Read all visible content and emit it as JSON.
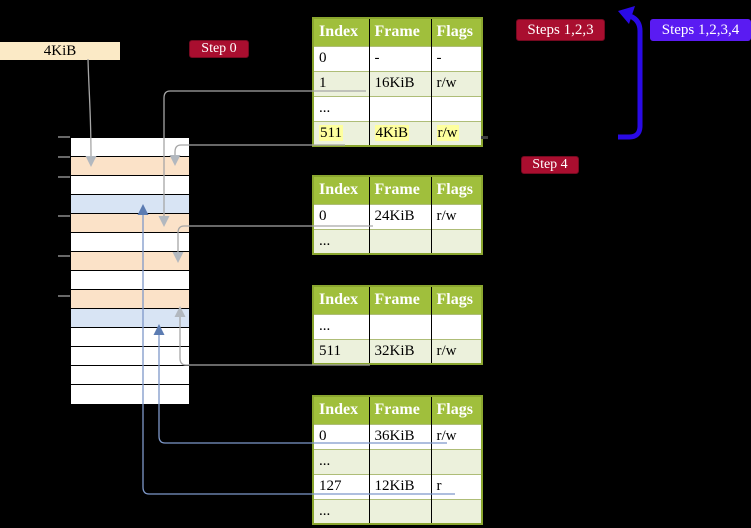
{
  "colors": {
    "background": "#000000",
    "label_beige": "#fbeac6",
    "crimson": "#a90e2f",
    "crimson_border": "#750920",
    "blue_badge": "#5a1bf2",
    "thick_arrow": "#2a0ae6",
    "table_header_bg": "#a0bf3c",
    "table_outer": "#8aa62e",
    "row_shade": "#ecf1dc",
    "row_divider": "#aebd77",
    "highlight": "#feff9e",
    "mem_peach": "#fbe2c8",
    "mem_blue": "#d8e4f4",
    "gray_line": "#a6a6a6",
    "gray_head": "#b2b8bf",
    "blue_line": "#7e98c9",
    "blue_head": "#5c7cb2",
    "tick": "#8b8b8b"
  },
  "page_size_label": "4KiB",
  "badges": {
    "step0": "Step 0",
    "steps123": "Steps 1,2,3",
    "steps1234": "Steps 1,2,3,4",
    "step4": "Step 4"
  },
  "memory": {
    "rows": [
      "white",
      "peach",
      "white",
      "blue",
      "peach",
      "white",
      "peach",
      "white",
      "peach",
      "blue",
      "white",
      "white",
      "white",
      "white"
    ]
  },
  "tables": [
    {
      "name": "page-table-top",
      "headers": [
        "Index",
        "Frame",
        "Flags"
      ],
      "rows": [
        {
          "cells": [
            "0",
            "-",
            "-"
          ],
          "shaded": false,
          "highlight": false
        },
        {
          "cells": [
            "1",
            "16KiB",
            "r/w"
          ],
          "shaded": true,
          "highlight": false
        },
        {
          "cells": [
            "...",
            "",
            ""
          ],
          "shaded": false,
          "highlight": false
        },
        {
          "cells": [
            "511",
            "4KiB",
            "r/w"
          ],
          "shaded": true,
          "highlight": true
        }
      ]
    },
    {
      "name": "page-table-second",
      "headers": [
        "Index",
        "Frame",
        "Flags"
      ],
      "rows": [
        {
          "cells": [
            "0",
            "24KiB",
            "r/w"
          ],
          "shaded": false,
          "highlight": false
        },
        {
          "cells": [
            "...",
            "",
            ""
          ],
          "shaded": true,
          "highlight": false
        }
      ]
    },
    {
      "name": "page-table-third",
      "headers": [
        "Index",
        "Frame",
        "Flags"
      ],
      "rows": [
        {
          "cells": [
            "...",
            "",
            ""
          ],
          "shaded": false,
          "highlight": false
        },
        {
          "cells": [
            "511",
            "32KiB",
            "r/w"
          ],
          "shaded": true,
          "highlight": false
        }
      ]
    },
    {
      "name": "page-table-bottom",
      "headers": [
        "Index",
        "Frame",
        "Flags"
      ],
      "rows": [
        {
          "cells": [
            "0",
            "36KiB",
            "r/w"
          ],
          "shaded": false,
          "highlight": false
        },
        {
          "cells": [
            "...",
            "",
            ""
          ],
          "shaded": true,
          "highlight": false
        },
        {
          "cells": [
            "127",
            "12KiB",
            "r"
          ],
          "shaded": false,
          "highlight": false
        },
        {
          "cells": [
            "...",
            "",
            ""
          ],
          "shaded": true,
          "highlight": false
        }
      ]
    }
  ]
}
